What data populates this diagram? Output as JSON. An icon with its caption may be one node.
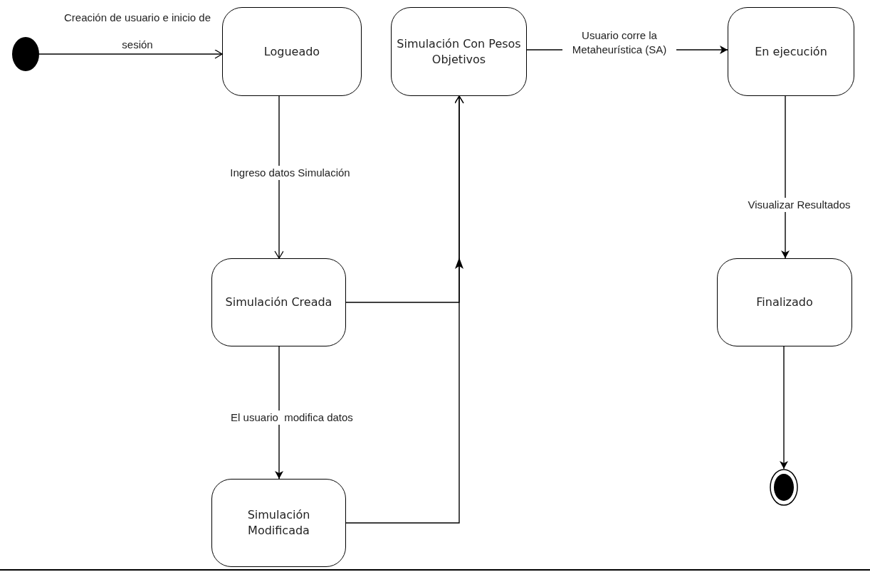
{
  "diagram": {
    "nodes": [
      {
        "text": [],
        "shape": "circle"
      },
      {
        "text": [
          "Logueado"
        ]
      },
      {
        "text": [
          "Simulación Con Pesos Objetivos"
        ]
      },
      {
        "text": [
          "En ejecución"
        ]
      },
      {
        "text": [
          "Simulación Creada"
        ]
      },
      {
        "text": [
          "Simulación Modificada"
        ]
      },
      {
        "text": [
          "Finalizado"
        ]
      },
      {
        "text": [],
        "shape": "circle"
      }
    ],
    "edges": [
      {
        "from": 0,
        "to": 1,
        "arrow": "to",
        "label": "Creación de usuario e inicio de sesión"
      },
      {
        "from": 1,
        "to": 4,
        "arrow": "to",
        "label": "Ingreso datos Simulación"
      },
      {
        "from": 4,
        "to": 2,
        "arrow": "to"
      },
      {
        "from": 5,
        "to": 2,
        "arrow": "to"
      },
      {
        "from": 2,
        "to": 3,
        "arrow": "to",
        "label": "Usuario corre la Metaheurística (SA)"
      },
      {
        "from": 4,
        "to": 5,
        "arrow": "to",
        "label": "El usuario  modifica datos"
      },
      {
        "from": 3,
        "to": 6,
        "arrow": "to",
        "label": "Visualizar Resultados"
      },
      {
        "from": 6,
        "to": 7,
        "arrow": "to"
      }
    ]
  }
}
